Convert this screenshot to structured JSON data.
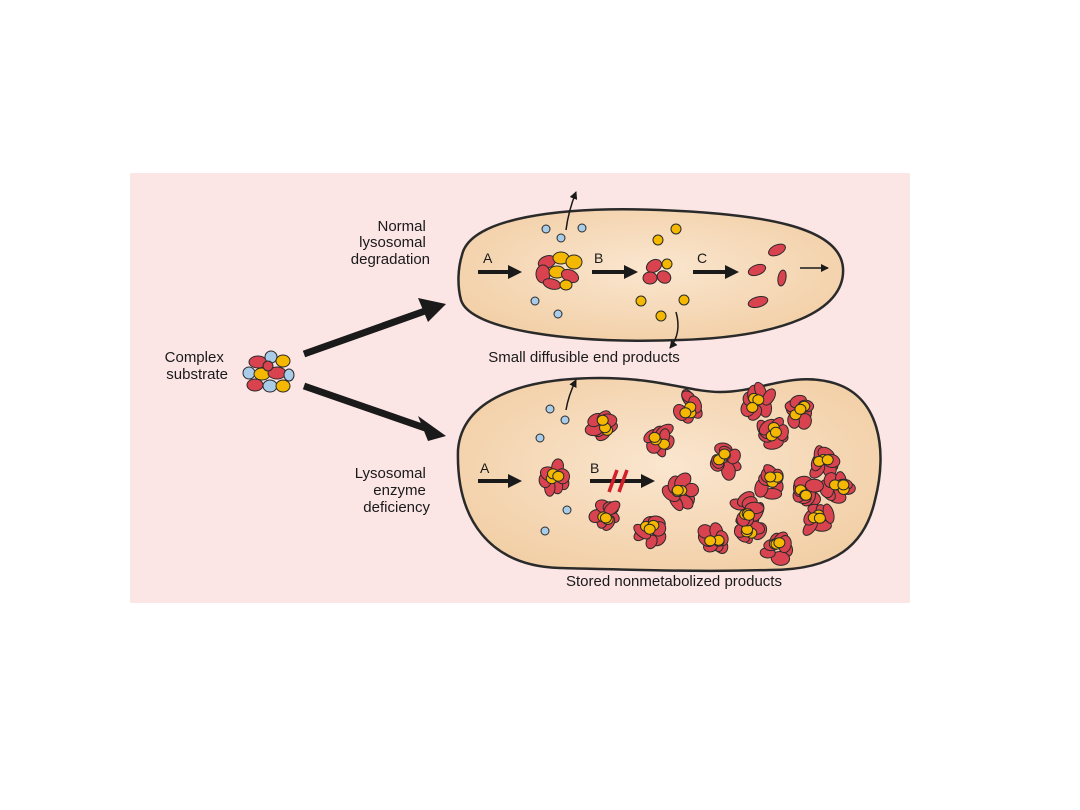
{
  "figure": {
    "labels": {
      "normal_line1": "Normal",
      "normal_line2": "lysosomal",
      "normal_line3": "degradation",
      "complex_line1": "Complex",
      "complex_line2": "substrate",
      "deficiency_line1": "Lysosomal",
      "deficiency_line2": "enzyme",
      "deficiency_line3": "deficiency",
      "small_products": "Small diffusible end products",
      "stored_products": "Stored nonmetabolized products"
    },
    "steps": {
      "top_a": "A",
      "top_b": "B",
      "top_c": "C",
      "bottom_a": "A",
      "bottom_b": "B"
    },
    "colors": {
      "panel_background": "#fbe5e5",
      "cell_fill": "#f7dcc0",
      "cell_outline": "#2a2a2a",
      "red_particle": "#d9434f",
      "yellow_particle": "#f5b800",
      "blue_particle": "#a9cde8",
      "block_mark": "#d2202a"
    }
  }
}
